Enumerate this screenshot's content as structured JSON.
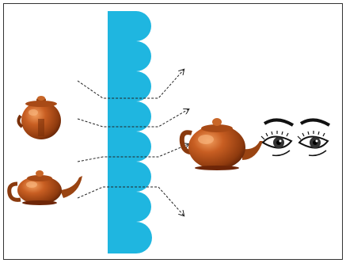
{
  "figure": {
    "frame_color": "#333333",
    "background_color": "#ffffff",
    "lens_color": "#1fb6e0",
    "teapot_color": "#b8501a",
    "teapot_highlight_color": "#e58a44",
    "teapot_shadow_color": "#6e2608",
    "ray_color": "#222222",
    "eye_color": "#111111",
    "objects": {
      "source_teapots": 2,
      "image_teapot": 1,
      "eyes": 2,
      "rays": 4,
      "lenslets": 8
    },
    "icons": {
      "teapot": "teapot-icon",
      "eye": "eye-icon"
    }
  }
}
